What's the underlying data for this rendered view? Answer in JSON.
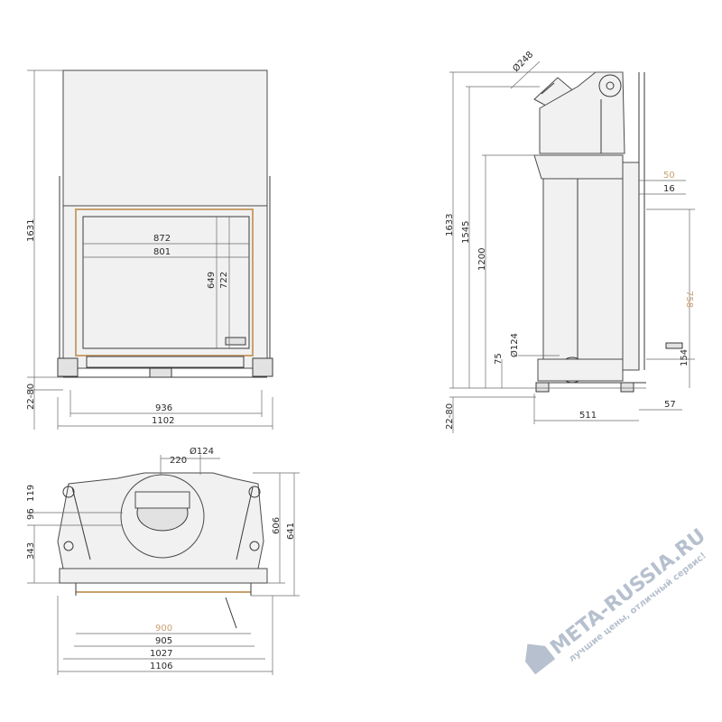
{
  "colors": {
    "line": "#3a3a3a",
    "accent_orange": "#c9a070",
    "watermark": "#aab6c6"
  },
  "front_view": {
    "dims": {
      "height_total": "1631",
      "base": "22-80",
      "glass_width": "872",
      "opening_width": "801",
      "h_649": "649",
      "h_722": "722",
      "w_936": "936",
      "w_1102": "1102"
    }
  },
  "side_view": {
    "dims": {
      "flue_diameter": "Ø248",
      "height_total": "1633",
      "h_1545": "1545",
      "h_1200": "1200",
      "h_75": "75",
      "air_inlet": "Ø124",
      "base": "22-80",
      "d_511": "511",
      "d_57": "57",
      "d_50": "50",
      "d_16": "16",
      "d_758": "758",
      "d_154": "154"
    }
  },
  "top_view": {
    "dims": {
      "offset_220": "220",
      "air_inlet": "Ø124",
      "d_119": "119",
      "d_96": "96",
      "d_343": "343",
      "d_606": "606",
      "d_641": "641",
      "w_900": "900",
      "w_905": "905",
      "w_1027": "1027",
      "w_1106": "1106"
    }
  },
  "watermark": {
    "brand": "META-RUSSIA.RU",
    "slogan": "лучшие цены, отличный сервис!"
  }
}
